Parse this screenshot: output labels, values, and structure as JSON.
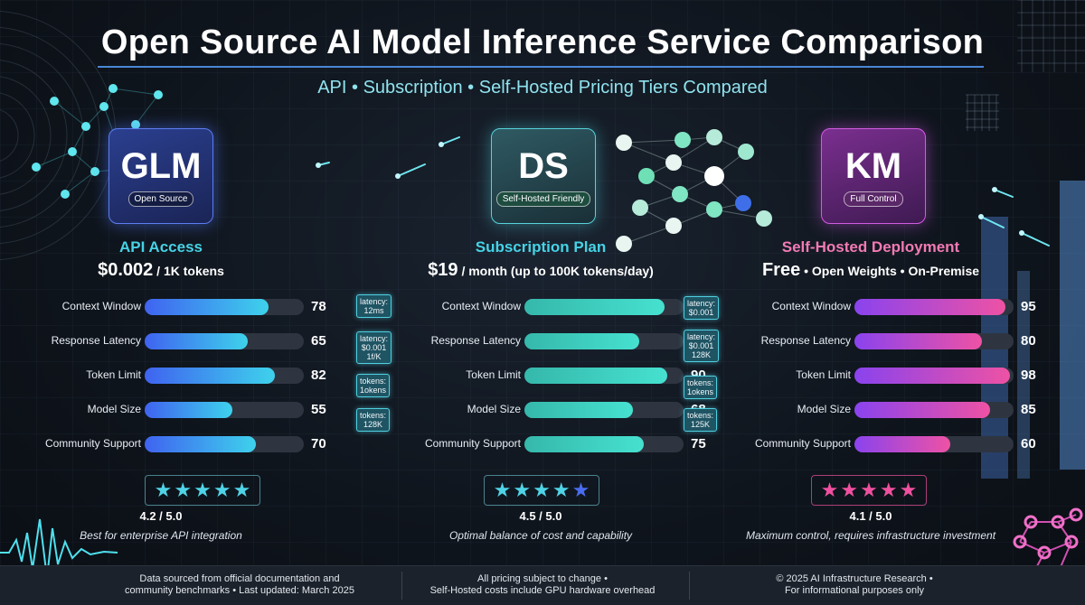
{
  "title": "Open Source AI Model Inference Service Comparison",
  "subtitle": "API • Subscription • Self-Hosted Pricing Tiers Compared",
  "colors": {
    "accent_cyan": "#3fd6e8",
    "accent_blue": "#4a86d6",
    "accent_pink": "#ee4fa3"
  },
  "tiers": [
    {
      "logo": "GLM",
      "badge": "Open Source",
      "name": "API Access",
      "price_value": "$0.002",
      "price_unit": " / 1K tokens",
      "rating": "4.2 / 5.0",
      "stars": 5,
      "star_color": "#4fd3e6",
      "note": "Best for enterprise API integration",
      "name_color": "#46d3e6"
    },
    {
      "logo": "DS",
      "badge": "Self-Hosted Friendly",
      "name": "Subscription Plan",
      "price_value": "$19",
      "price_unit": " / month (up to 100K tokens/day)",
      "rating": "4.5 / 5.0",
      "stars": 5,
      "star_color": "#4fd3e6",
      "note": "Optimal balance of cost and capability",
      "name_color": "#46d3e6"
    },
    {
      "logo": "KM",
      "badge": "Full Control",
      "name": "Self-Hosted Deployment",
      "price_value": "Free",
      "price_unit": " • Open Weights • On-Premise",
      "rating": "4.1 / 5.0",
      "stars": 5,
      "star_color": "#f0509f",
      "note": "Maximum control, requires infrastructure investment",
      "name_color": "#f27ab5"
    }
  ],
  "callouts_left": [
    "latency:\n12ms",
    "latency:\n$0.001\n1f/K",
    "tokens:\n1okens",
    "tokens:\n128K"
  ],
  "callouts_right": [
    "latency:\n$0.001",
    "latency:\n$0.001\n128K",
    "tokens:\n1okens",
    "tokens:\n125K"
  ],
  "footer": [
    "Data sourced from official documentation and\ncommunity benchmarks • Last updated: March 2025",
    "All pricing subject to change •\nSelf-Hosted costs include GPU hardware overhead",
    "© 2025 AI Infrastructure Research •\nFor informational purposes only"
  ],
  "chart_data": [
    {
      "type": "bar",
      "orientation": "horizontal",
      "title": "API Access",
      "categories": [
        "Context Window",
        "Response Latency",
        "Token Limit",
        "Model Size",
        "Community Support"
      ],
      "values": [
        78,
        65,
        82,
        55,
        70
      ],
      "xlim": [
        0,
        100
      ],
      "grid": false,
      "colors": [
        "#3f63f0",
        "#3ed2ec"
      ]
    },
    {
      "type": "bar",
      "orientation": "horizontal",
      "title": "Subscription Plan",
      "categories": [
        "Context Window",
        "Response Latency",
        "Token Limit",
        "Model Size",
        "Community Support"
      ],
      "values": [
        88,
        72,
        90,
        68,
        75
      ],
      "xlim": [
        0,
        100
      ],
      "grid": false,
      "colors": [
        "#35b8ab",
        "#46e1d0"
      ]
    },
    {
      "type": "bar",
      "orientation": "horizontal",
      "title": "Self-Hosted Deployment",
      "categories": [
        "Context Window",
        "Response Latency",
        "Token Limit",
        "Model Size",
        "Community Support"
      ],
      "values": [
        95,
        80,
        98,
        85,
        60
      ],
      "xlim": [
        0,
        100
      ],
      "grid": false,
      "colors": [
        "#8a43ee",
        "#ee52a4"
      ]
    }
  ]
}
